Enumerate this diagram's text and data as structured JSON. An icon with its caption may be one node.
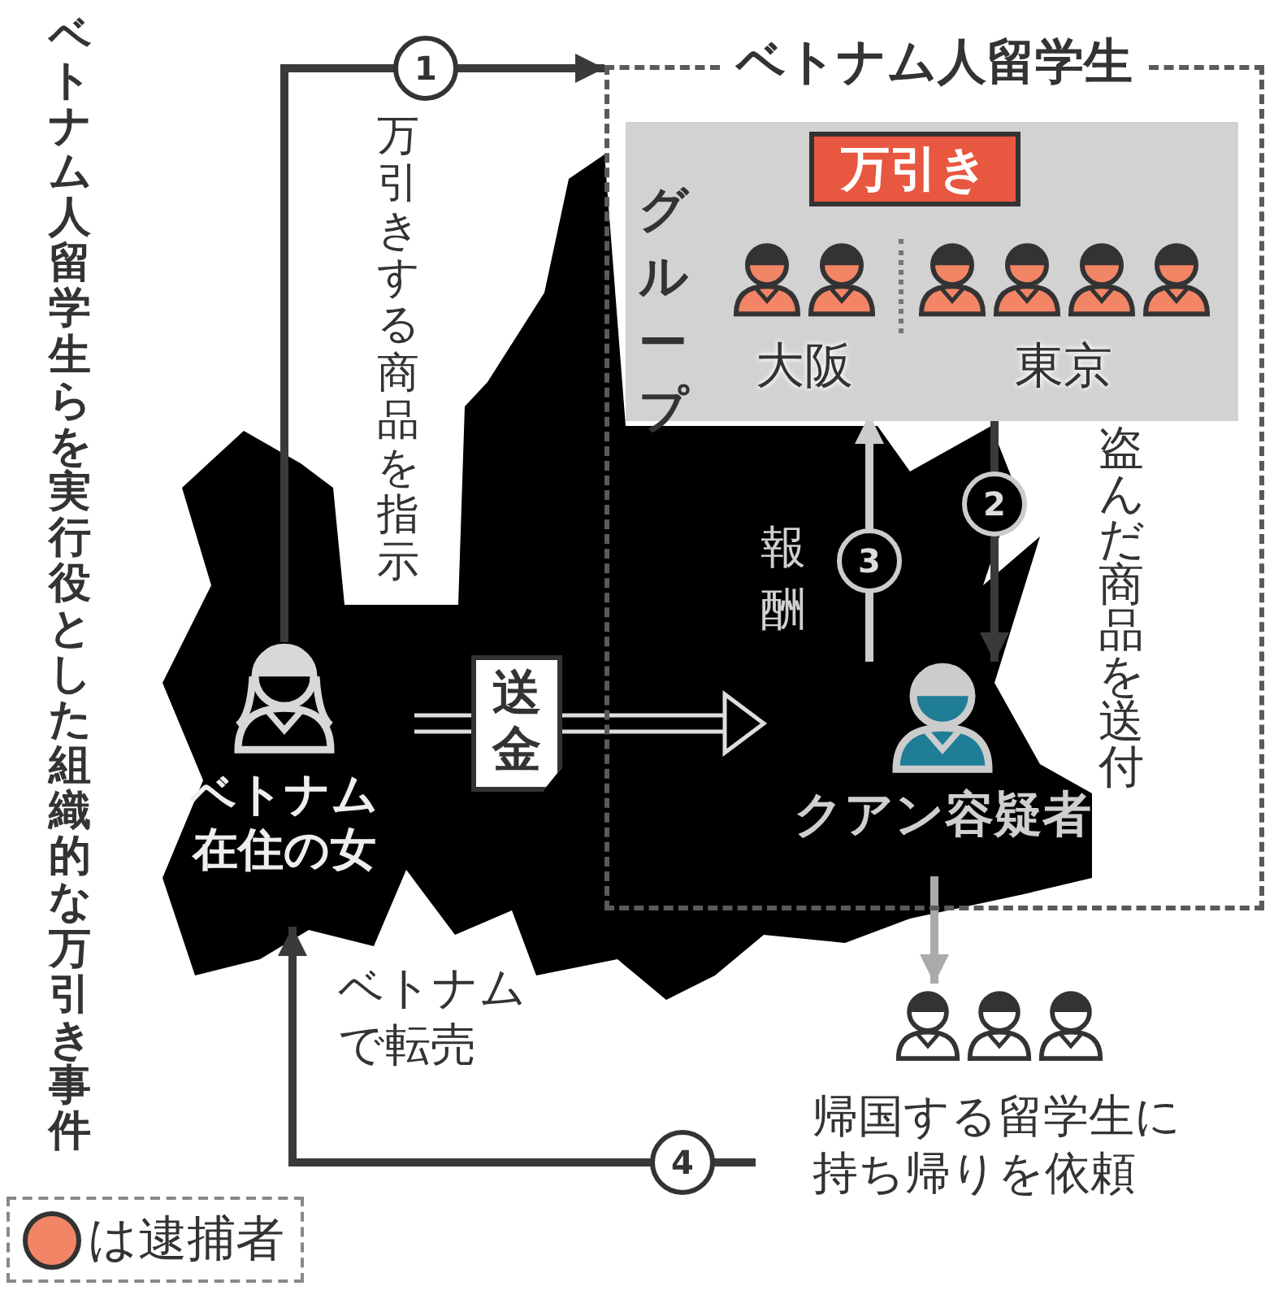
{
  "diagram": {
    "title": "ベトナム人留学生らを実行役とした組織的な万引き事件",
    "nodes": [
      {
        "text": [
          "ベトナム人留学生"
        ]
      },
      {
        "text": [
          "グループ"
        ],
        "in": 0
      },
      {
        "text": [
          "万引き"
        ],
        "in": 1
      },
      {
        "text": [
          "大阪"
        ],
        "in": 1
      },
      {
        "text": [
          "東京"
        ],
        "in": 1
      },
      {
        "text": [
          "クアン容疑者"
        ],
        "in": 0
      },
      {
        "text": [
          "ベトナム在住の女"
        ]
      },
      {
        "text": [
          "帰国する留学生に持ち帰りを依頼"
        ]
      }
    ],
    "edges": [
      {
        "from": 6,
        "to": 0,
        "arrow": "to",
        "label": "1"
      },
      {
        "from": 4,
        "to": 5,
        "arrow": "to",
        "label": "2"
      },
      {
        "from": 5,
        "to": 3,
        "arrow": "to",
        "label": "3",
        "color": "#cccccc"
      },
      {
        "from": 6,
        "to": 5,
        "arrow": "to",
        "label": "送金",
        "color": "#dddddd"
      },
      {
        "from": 5,
        "to": 7,
        "arrow": "to",
        "color": "#aaaaaa"
      },
      {
        "from": 7,
        "to": 6,
        "arrow": "to",
        "label": "4"
      }
    ],
    "labels": [
      "万引きする商品を指示",
      "報酬",
      "盗んだ商品を送付",
      "ベトナムで転売"
    ],
    "legend": [
      {
        "text": "は逮捕者",
        "color": "#f28566"
      }
    ]
  }
}
